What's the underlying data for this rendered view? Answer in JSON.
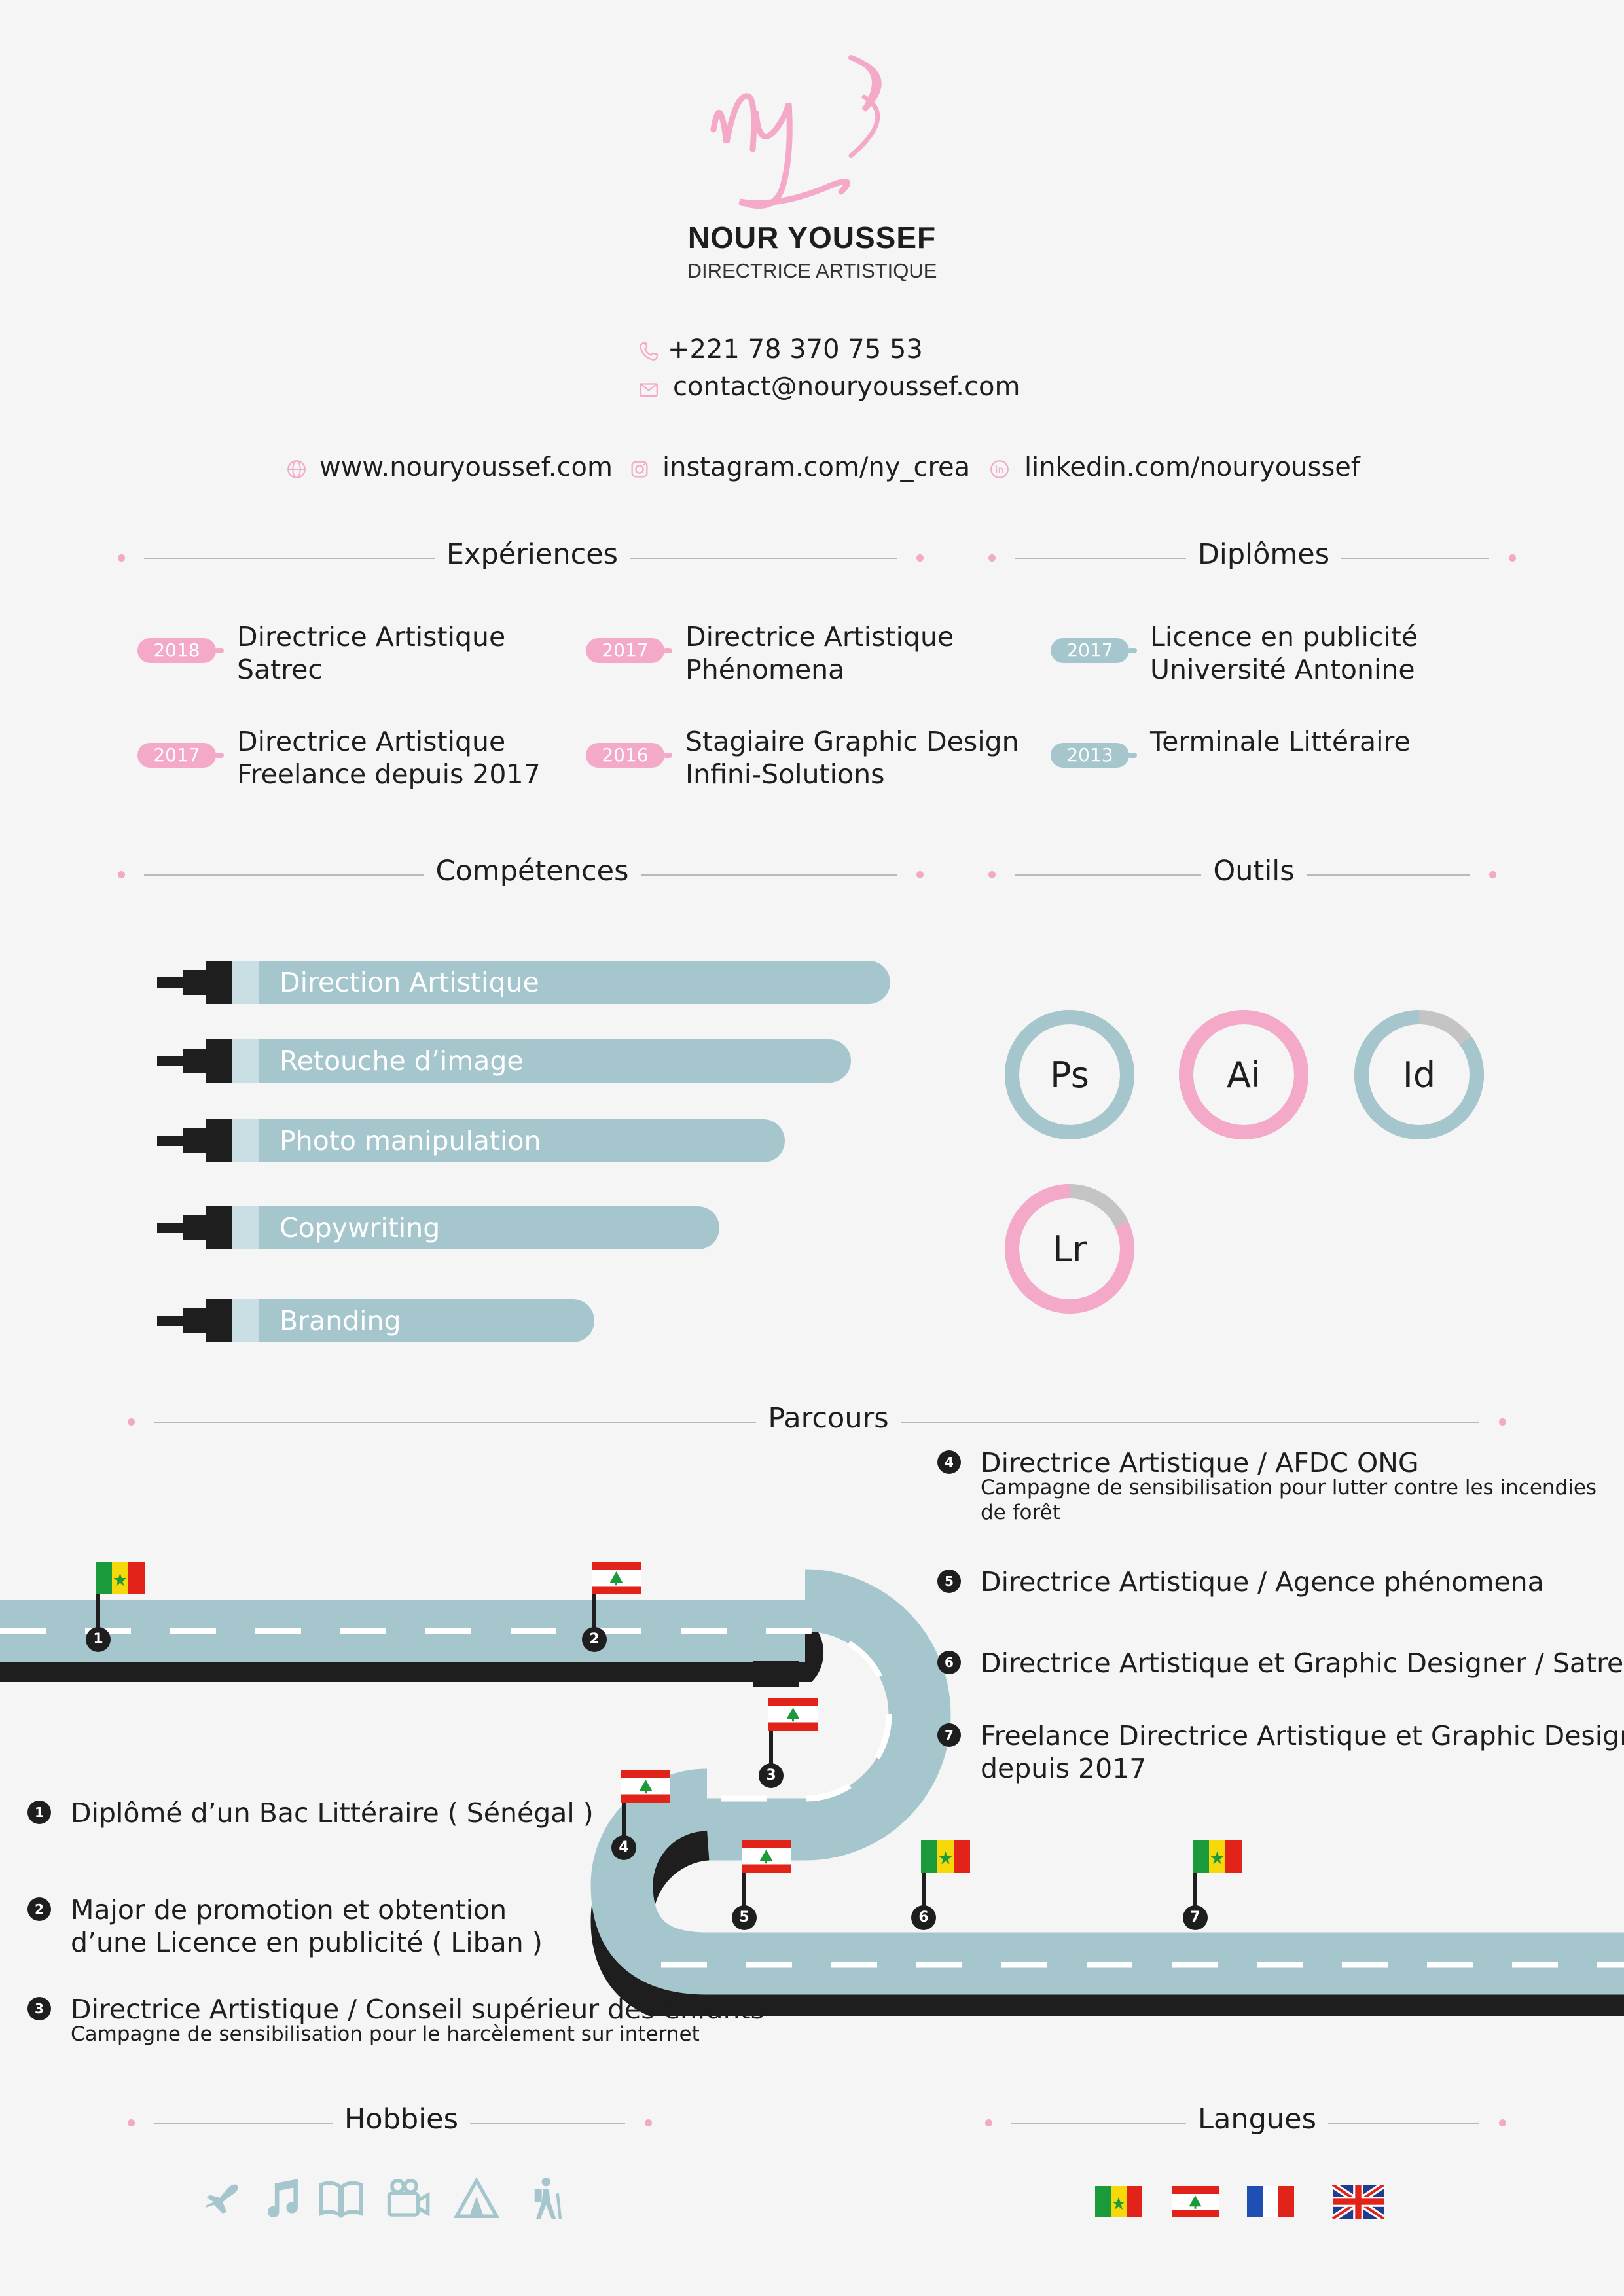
{
  "header": {
    "logo_text": "ny",
    "name": "NOUR YOUSSEF",
    "title": "DIRECTRICE ARTISTIQUE"
  },
  "contact": {
    "phone": "+221 78 370 75 53",
    "email": "contact@nouryoussef.com",
    "website": "www.nouryoussef.com",
    "instagram": "instagram.com/ny_crea",
    "linkedin": "linkedin.com/nouryoussef"
  },
  "sections": {
    "experiences": "Expériences",
    "diplomes": "Diplômes",
    "competences": "Compétences",
    "outils": "Outils",
    "parcours": "Parcours",
    "hobbies": "Hobbies",
    "langues": "Langues"
  },
  "experiences": [
    {
      "year": "2018",
      "line1": "Directrice Artistique",
      "line2": "Satrec"
    },
    {
      "year": "2017",
      "line1": "Directrice Artistique",
      "line2": "Phénomena"
    },
    {
      "year": "2017",
      "line1": "Directrice Artistique",
      "line2": "Freelance depuis 2017"
    },
    {
      "year": "2016",
      "line1": "Stagiaire Graphic Design",
      "line2": "Infini-Solutions"
    }
  ],
  "diplomes": [
    {
      "year": "2017",
      "line1": "Licence en publicité",
      "line2": "Université Antonine"
    },
    {
      "year": "2013",
      "line1": "Terminale Littéraire",
      "line2": ""
    }
  ],
  "skills": [
    {
      "label": "Direction Artistique",
      "level": 1.0
    },
    {
      "label": "Retouche d’image",
      "level": 0.94
    },
    {
      "label": "Photo manipulation",
      "level": 0.84
    },
    {
      "label": "Copywriting",
      "level": 0.74
    },
    {
      "label": "Branding",
      "level": 0.55
    }
  ],
  "tools": [
    {
      "label": "Ps",
      "level": 1.0,
      "color": "#a4c6cc"
    },
    {
      "label": "Ai",
      "level": 1.0,
      "color": "#f4a9c8"
    },
    {
      "label": "Id",
      "level": 0.85,
      "color": "#a4c6cc"
    },
    {
      "label": "Lr",
      "level": 0.82,
      "color": "#f4a9c8"
    }
  ],
  "parcours": [
    {
      "num": "1",
      "title": "Diplômé d’un Bac Littéraire ( Sénégal )",
      "sub": "",
      "flag": "senegal"
    },
    {
      "num": "2",
      "title": "Major de promotion et obtention",
      "title2": "d’une Licence en publicité ( Liban )",
      "sub": "",
      "flag": "lebanon"
    },
    {
      "num": "3",
      "title": "Directrice Artistique / Conseil supérieur des enfants",
      "sub": "Campagne de sensibilisation pour le harcèlement sur internet",
      "flag": "lebanon"
    },
    {
      "num": "4",
      "title": "Directrice Artistique / AFDC ONG",
      "sub": "Campagne de sensibilisation pour lutter contre les incendies",
      "sub2": "de forêt",
      "flag": "lebanon"
    },
    {
      "num": "5",
      "title": "Directrice Artistique / Agence phénomena",
      "sub": "",
      "flag": "lebanon"
    },
    {
      "num": "6",
      "title": "Directrice Artistique et Graphic Designer / Satrec",
      "sub": "",
      "flag": "senegal"
    },
    {
      "num": "7",
      "title": "Freelance Directrice Artistique et Graphic Designer",
      "title2": "depuis 2017",
      "sub": "",
      "flag": "senegal"
    }
  ],
  "hobbies": [
    "airplane-icon",
    "music-icon",
    "book-icon",
    "camera-icon",
    "tent-icon",
    "hiking-icon"
  ],
  "languages": [
    "senegal-flag",
    "lebanon-flag",
    "france-flag",
    "uk-flag"
  ],
  "colors": {
    "pink": "#f4a9c8",
    "blue": "#a4c6cc",
    "dark": "#1e1e1e",
    "background": "#f5f5f5"
  }
}
